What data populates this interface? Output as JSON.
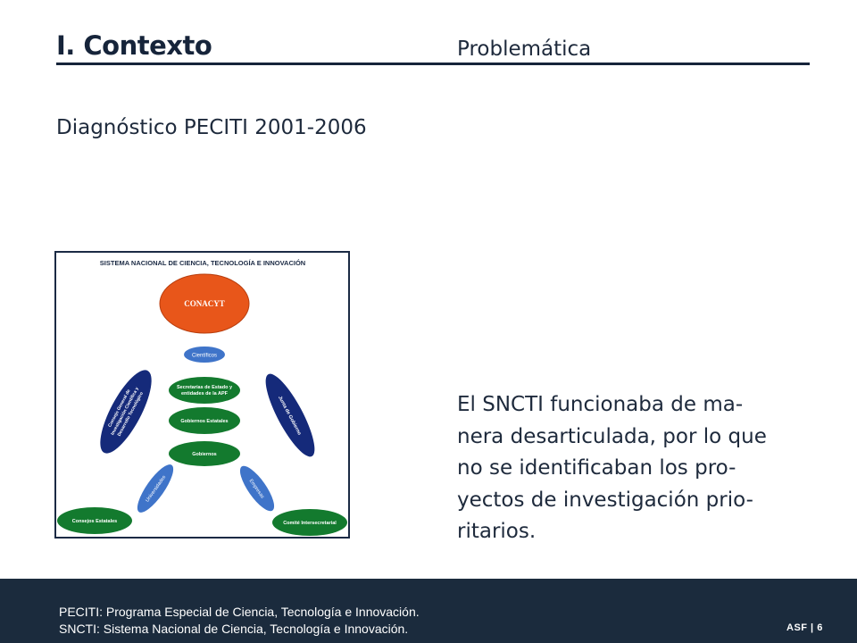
{
  "header": {
    "title": "I. Contexto",
    "subtitle": "Problemática"
  },
  "heading": "Diagnóstico PECITI 2001-2006",
  "diagram": {
    "title": "SISTEMA NACIONAL DE CIENCIA, TECNOLOGÍA E INNOVACIÓN",
    "nodes": {
      "conacyt": "CONACYT",
      "cientificos": "Científicos",
      "secretarias_1": "Secretarías de Estado y",
      "secretarias_2": "entidades de la APF",
      "gobiernos_estatales": "Gobiernos Estatales",
      "gobiernos": "Gobiernos",
      "consejo_general_1": "Consejo General de",
      "consejo_general_2": "Investigación Científica y",
      "consejo_general_3": "Desarrollo Tecnológico",
      "junta_gobierno": "Junta de Gobierno",
      "universidades": "Universidades",
      "empresas": "Empresas",
      "consejos_estatales": "Consejos Estatales",
      "comite_intersecretarial": "Comité Intersecretarial"
    },
    "colors": {
      "orange": "#e8561a",
      "green": "#137a2e",
      "blue": "#3f74c9",
      "navy": "#152a7a"
    }
  },
  "body": {
    "line1": "El SNCTI funcionaba de ma-",
    "line2": "nera desarticulada, por lo que",
    "line3": "no se identificaban los pro-",
    "line4": "yectos de investigación prio-",
    "line5": "ritarios."
  },
  "footer": {
    "note1": "PECITI: Programa Especial de Ciencia, Tecnología e Innovación.",
    "note2": "SNCTI: Sistema Nacional de Ciencia, Tecnología e Innovación.",
    "badge": "ASF | 6"
  }
}
